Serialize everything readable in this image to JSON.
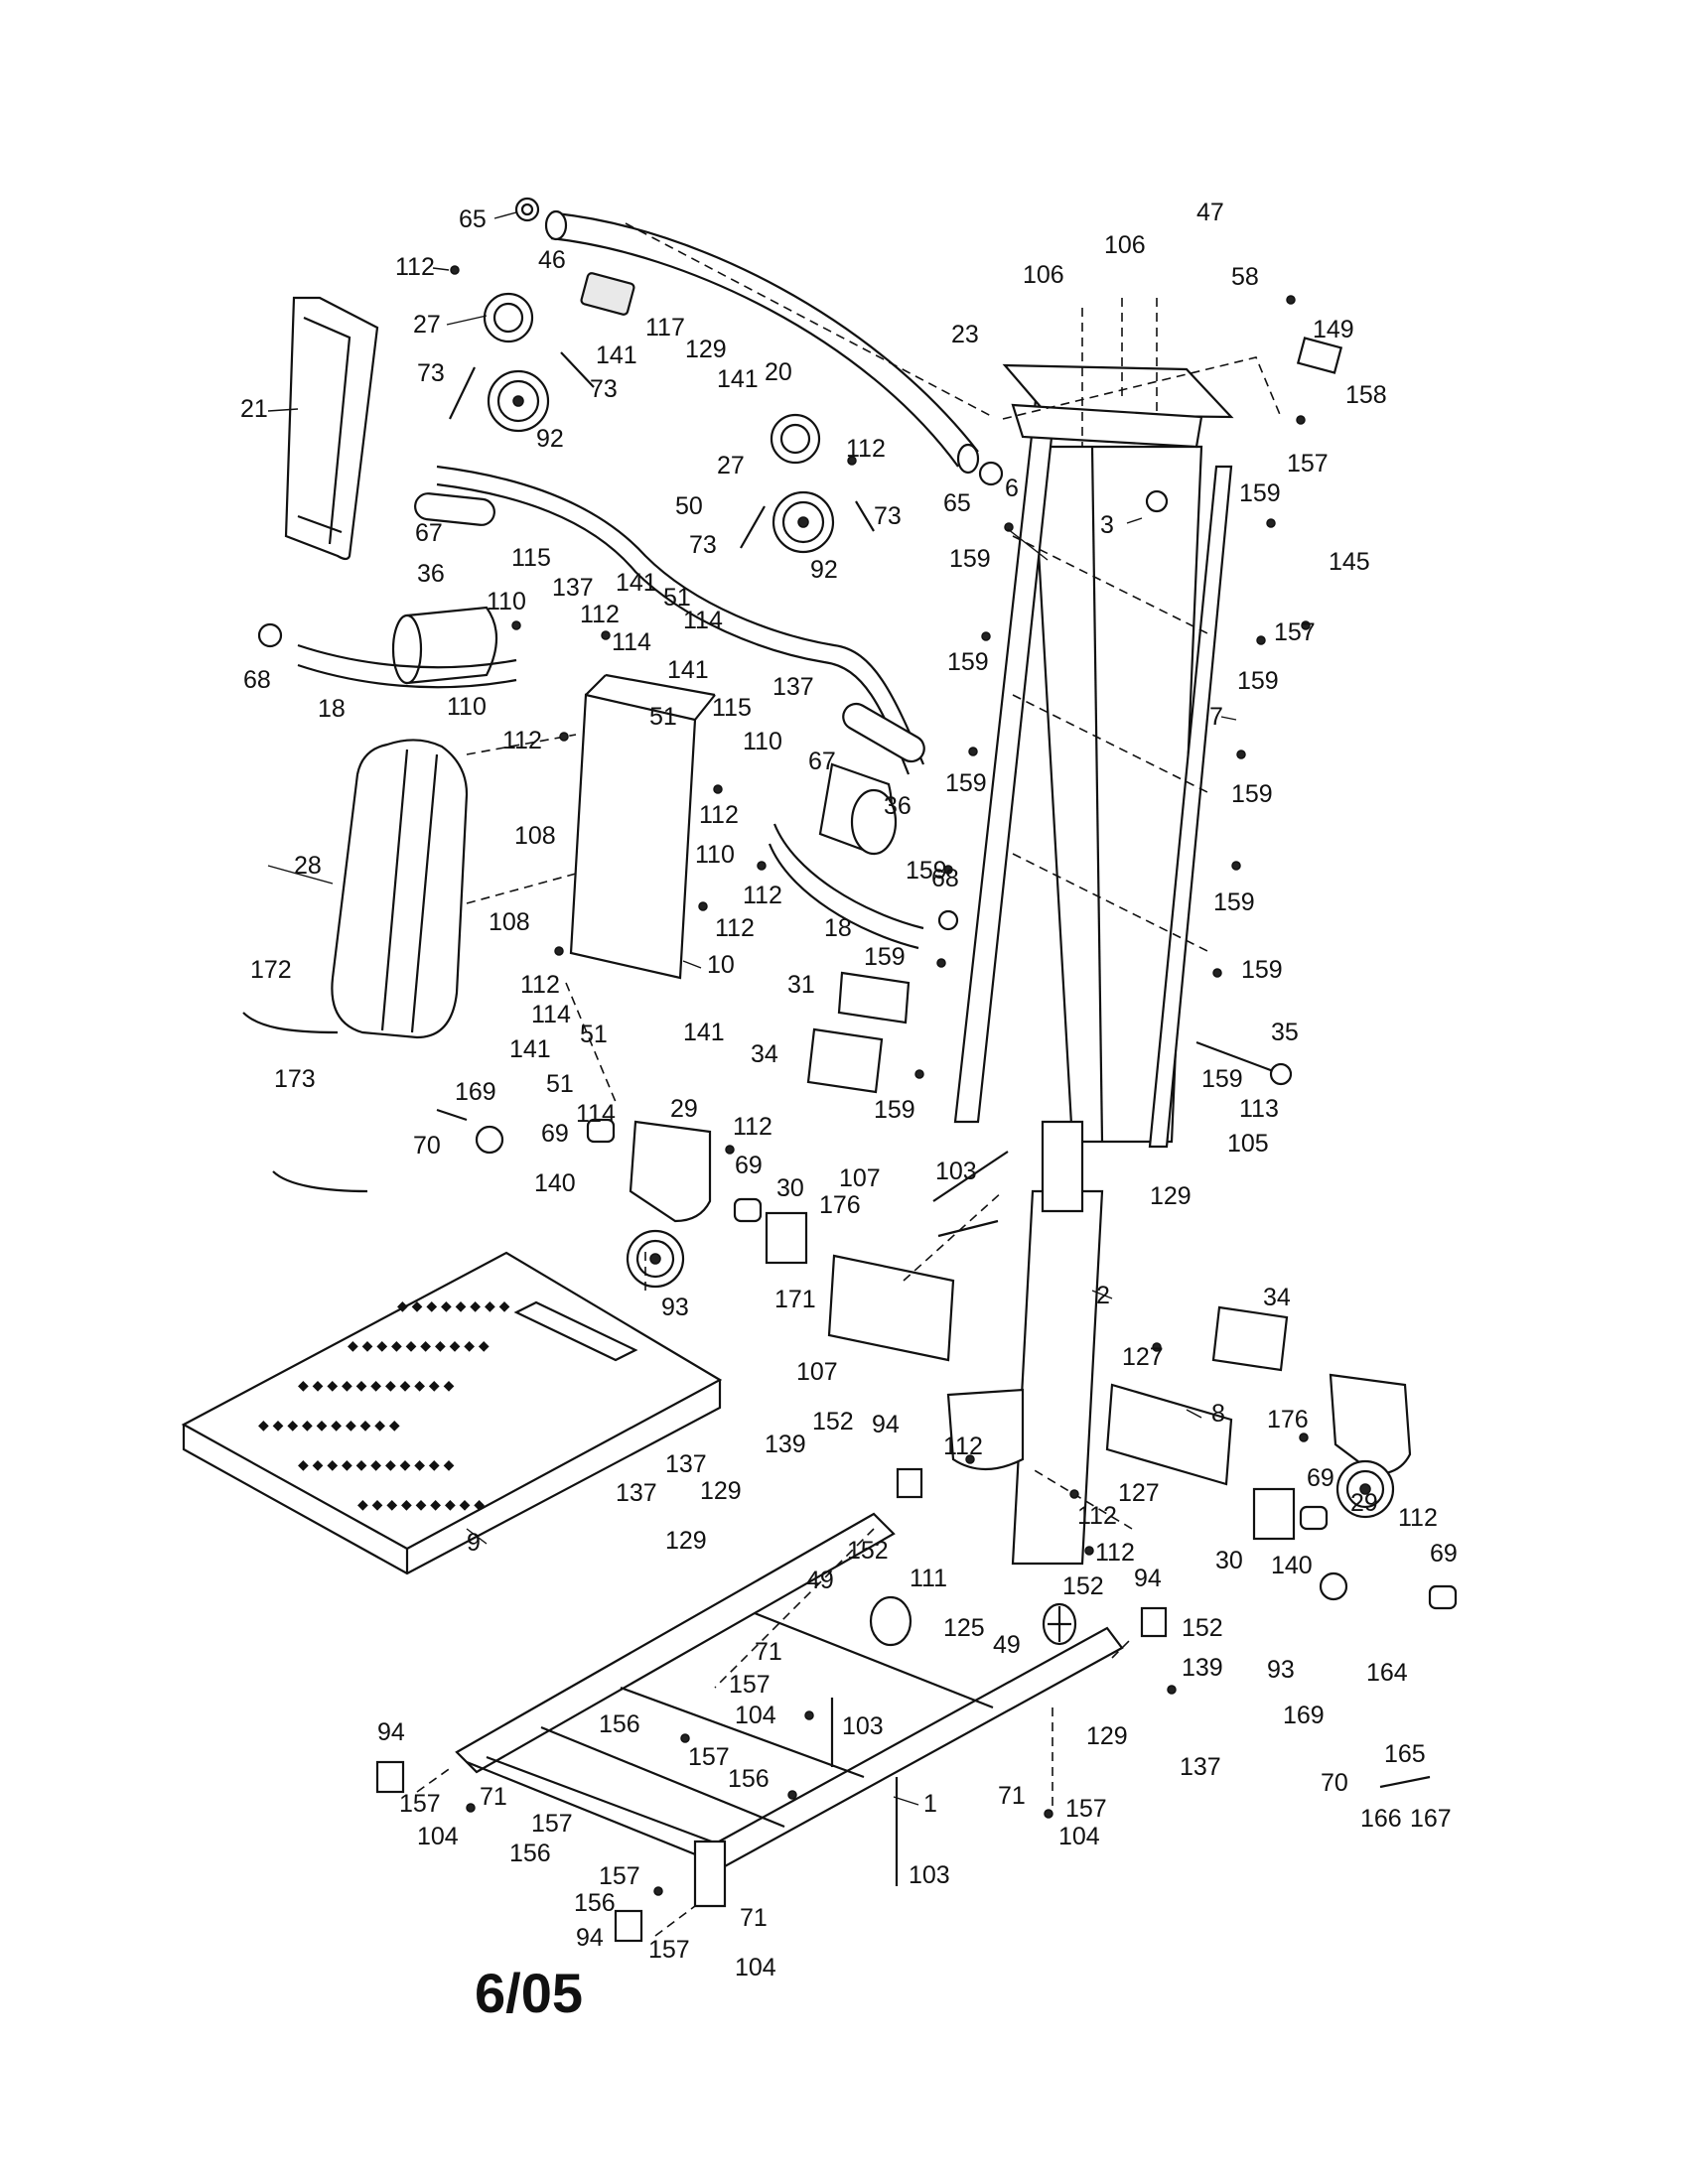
{
  "footer": {
    "date_code": "6/05"
  },
  "callouts": {
    "c1": "1",
    "c2": "2",
    "c3": "3",
    "c6": "6",
    "c7": "7",
    "c8": "8",
    "c9": "9",
    "c10": "10",
    "c18": "18",
    "c20": "20",
    "c21": "21",
    "c23": "23",
    "c27": "27",
    "c28": "28",
    "c29": "29",
    "c30": "30",
    "c31": "31",
    "c34": "34",
    "c35": "35",
    "c36": "36",
    "c46": "46",
    "c47": "47",
    "c49": "49",
    "c50": "50",
    "c51": "51",
    "c58": "58",
    "c65": "65",
    "c67": "67",
    "c68": "68",
    "c69": "69",
    "c70": "70",
    "c71": "71",
    "c73": "73",
    "c92": "92",
    "c93": "93",
    "c94": "94",
    "c103": "103",
    "c104": "104",
    "c105": "105",
    "c106": "106",
    "c107": "107",
    "c108": "108",
    "c110": "110",
    "c111": "111",
    "c112": "112",
    "c113": "113",
    "c114": "114",
    "c115": "115",
    "c117": "117",
    "c125": "125",
    "c127": "127",
    "c129": "129",
    "c137": "137",
    "c139": "139",
    "c140": "140",
    "c141": "141",
    "c145": "145",
    "c149": "149",
    "c152": "152",
    "c156": "156",
    "c157": "157",
    "c158": "158",
    "c159": "159",
    "c164": "164",
    "c165": "165",
    "c166": "166",
    "c167": "167",
    "c169": "169",
    "c171": "171",
    "c172": "172",
    "c173": "173",
    "c176": "176"
  }
}
